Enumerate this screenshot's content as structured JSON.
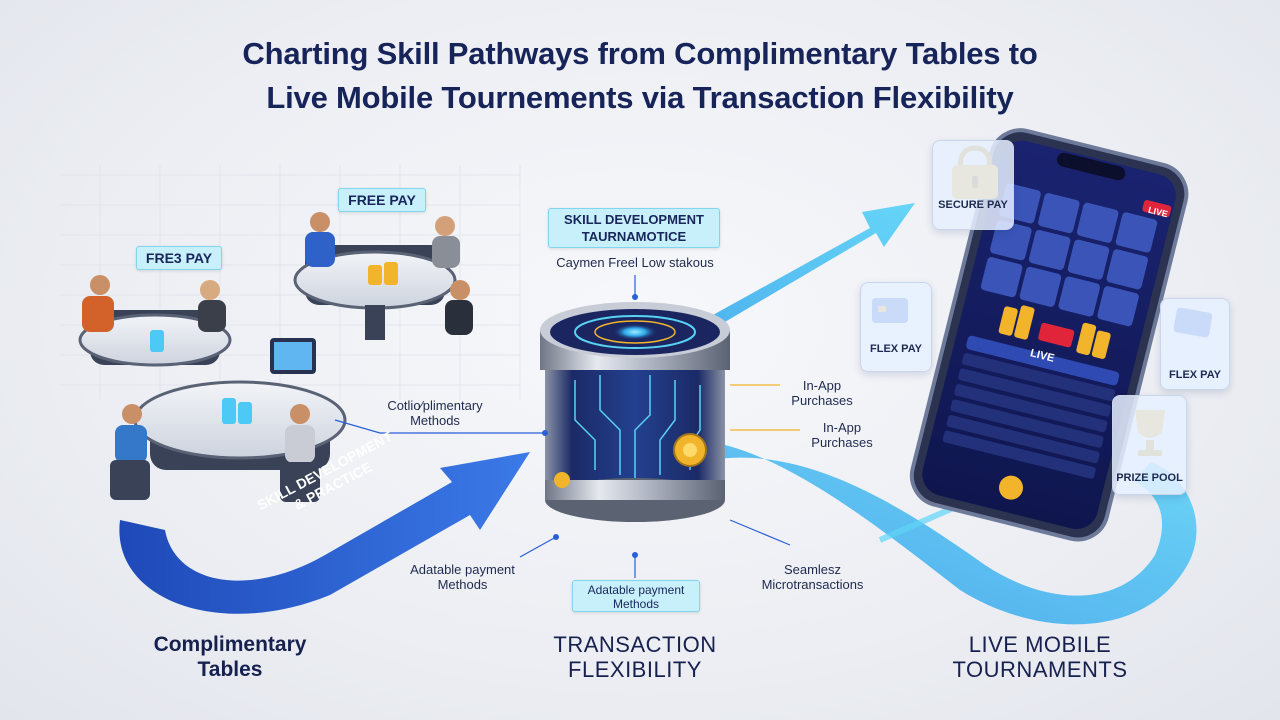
{
  "title": {
    "line1": "Charting Skill Pathways from Complimentary Tables to",
    "line2": "Live Mobile Tournements via Transaction Flexibility"
  },
  "left": {
    "tag_free_pay": "FREE PAY",
    "tag_fre3_pay": "FRE3 PAY",
    "label_complimentary_methods": "Cotlio∕plimentary\nMethods",
    "arrow_text_line1": "SKILL DEVELOPMENT",
    "arrow_text_line2": "& PRACTICE",
    "section_title": "Complimentary\nTables"
  },
  "center": {
    "tag_skill": "SKILL DEVELOPMENT\nTAURNAMOTICE",
    "caption_top": "Caymen Freel Low stakous",
    "label_inapp_1": "In-App\nPurchases",
    "label_inapp_2": "In-App\nPurchases",
    "label_adaptable_left": "Adatable payment\nMethods",
    "tag_adaptable": "Adatable payment\nMethods",
    "label_seamless": "Seamlesz\nMicrotransactions",
    "section_title": "TRANSACTION\nFLEXIBILITY"
  },
  "right": {
    "badge_secure": "SECURE PAY",
    "badge_flex_left": "FLEX PAY",
    "badge_flex_right": "FLEX PAY",
    "badge_prize": "PRIZE POOL",
    "phone_live_badge": "LIVE",
    "phone_live_center": "LIVE",
    "section_title": "LIVE MOBILE\nTOURNAMENTS"
  },
  "colors": {
    "accent_blue": "#2a5fd6",
    "accent_cyan": "#3cc8f0",
    "tag_bg": "#c8f0fb",
    "live_red": "#e0253a",
    "gold": "#f2b42a"
  }
}
